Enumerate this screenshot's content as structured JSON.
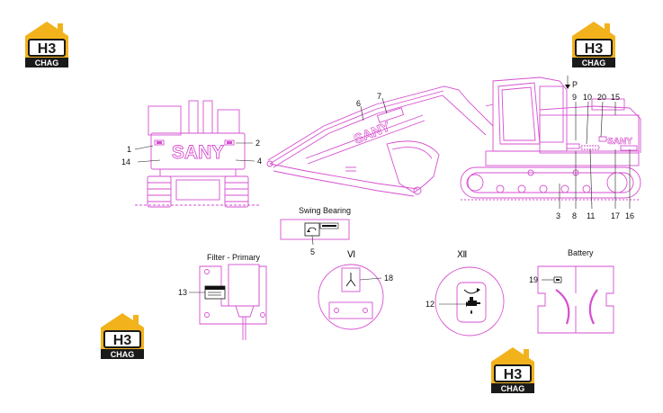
{
  "brand": {
    "logo_line1": "H3",
    "logo_line2": "CHAG",
    "colors": {
      "logo_yellow": "#f2b21c",
      "logo_dark": "#1a1a1a",
      "drawing": "#d64fd0"
    }
  },
  "excavator": {
    "brand_text": "SANY",
    "view_marker": "P"
  },
  "sections": {
    "swing_bearing": "Swing Bearing",
    "filter_primary": "Filter - Primary",
    "battery": "Battery",
    "view_vi": "Ⅵ",
    "view_xii": "Ⅻ"
  },
  "callouts": {
    "c1": "1",
    "c2": "2",
    "c3": "3",
    "c4": "4",
    "c5": "5",
    "c6": "6",
    "c7": "7",
    "c8": "8",
    "c9": "9",
    "c10": "10",
    "c11": "11",
    "c12": "12",
    "c13": "13",
    "c14": "14",
    "c15": "15",
    "c16": "16",
    "c17": "17",
    "c18": "18",
    "c19": "19",
    "c20": "20"
  }
}
